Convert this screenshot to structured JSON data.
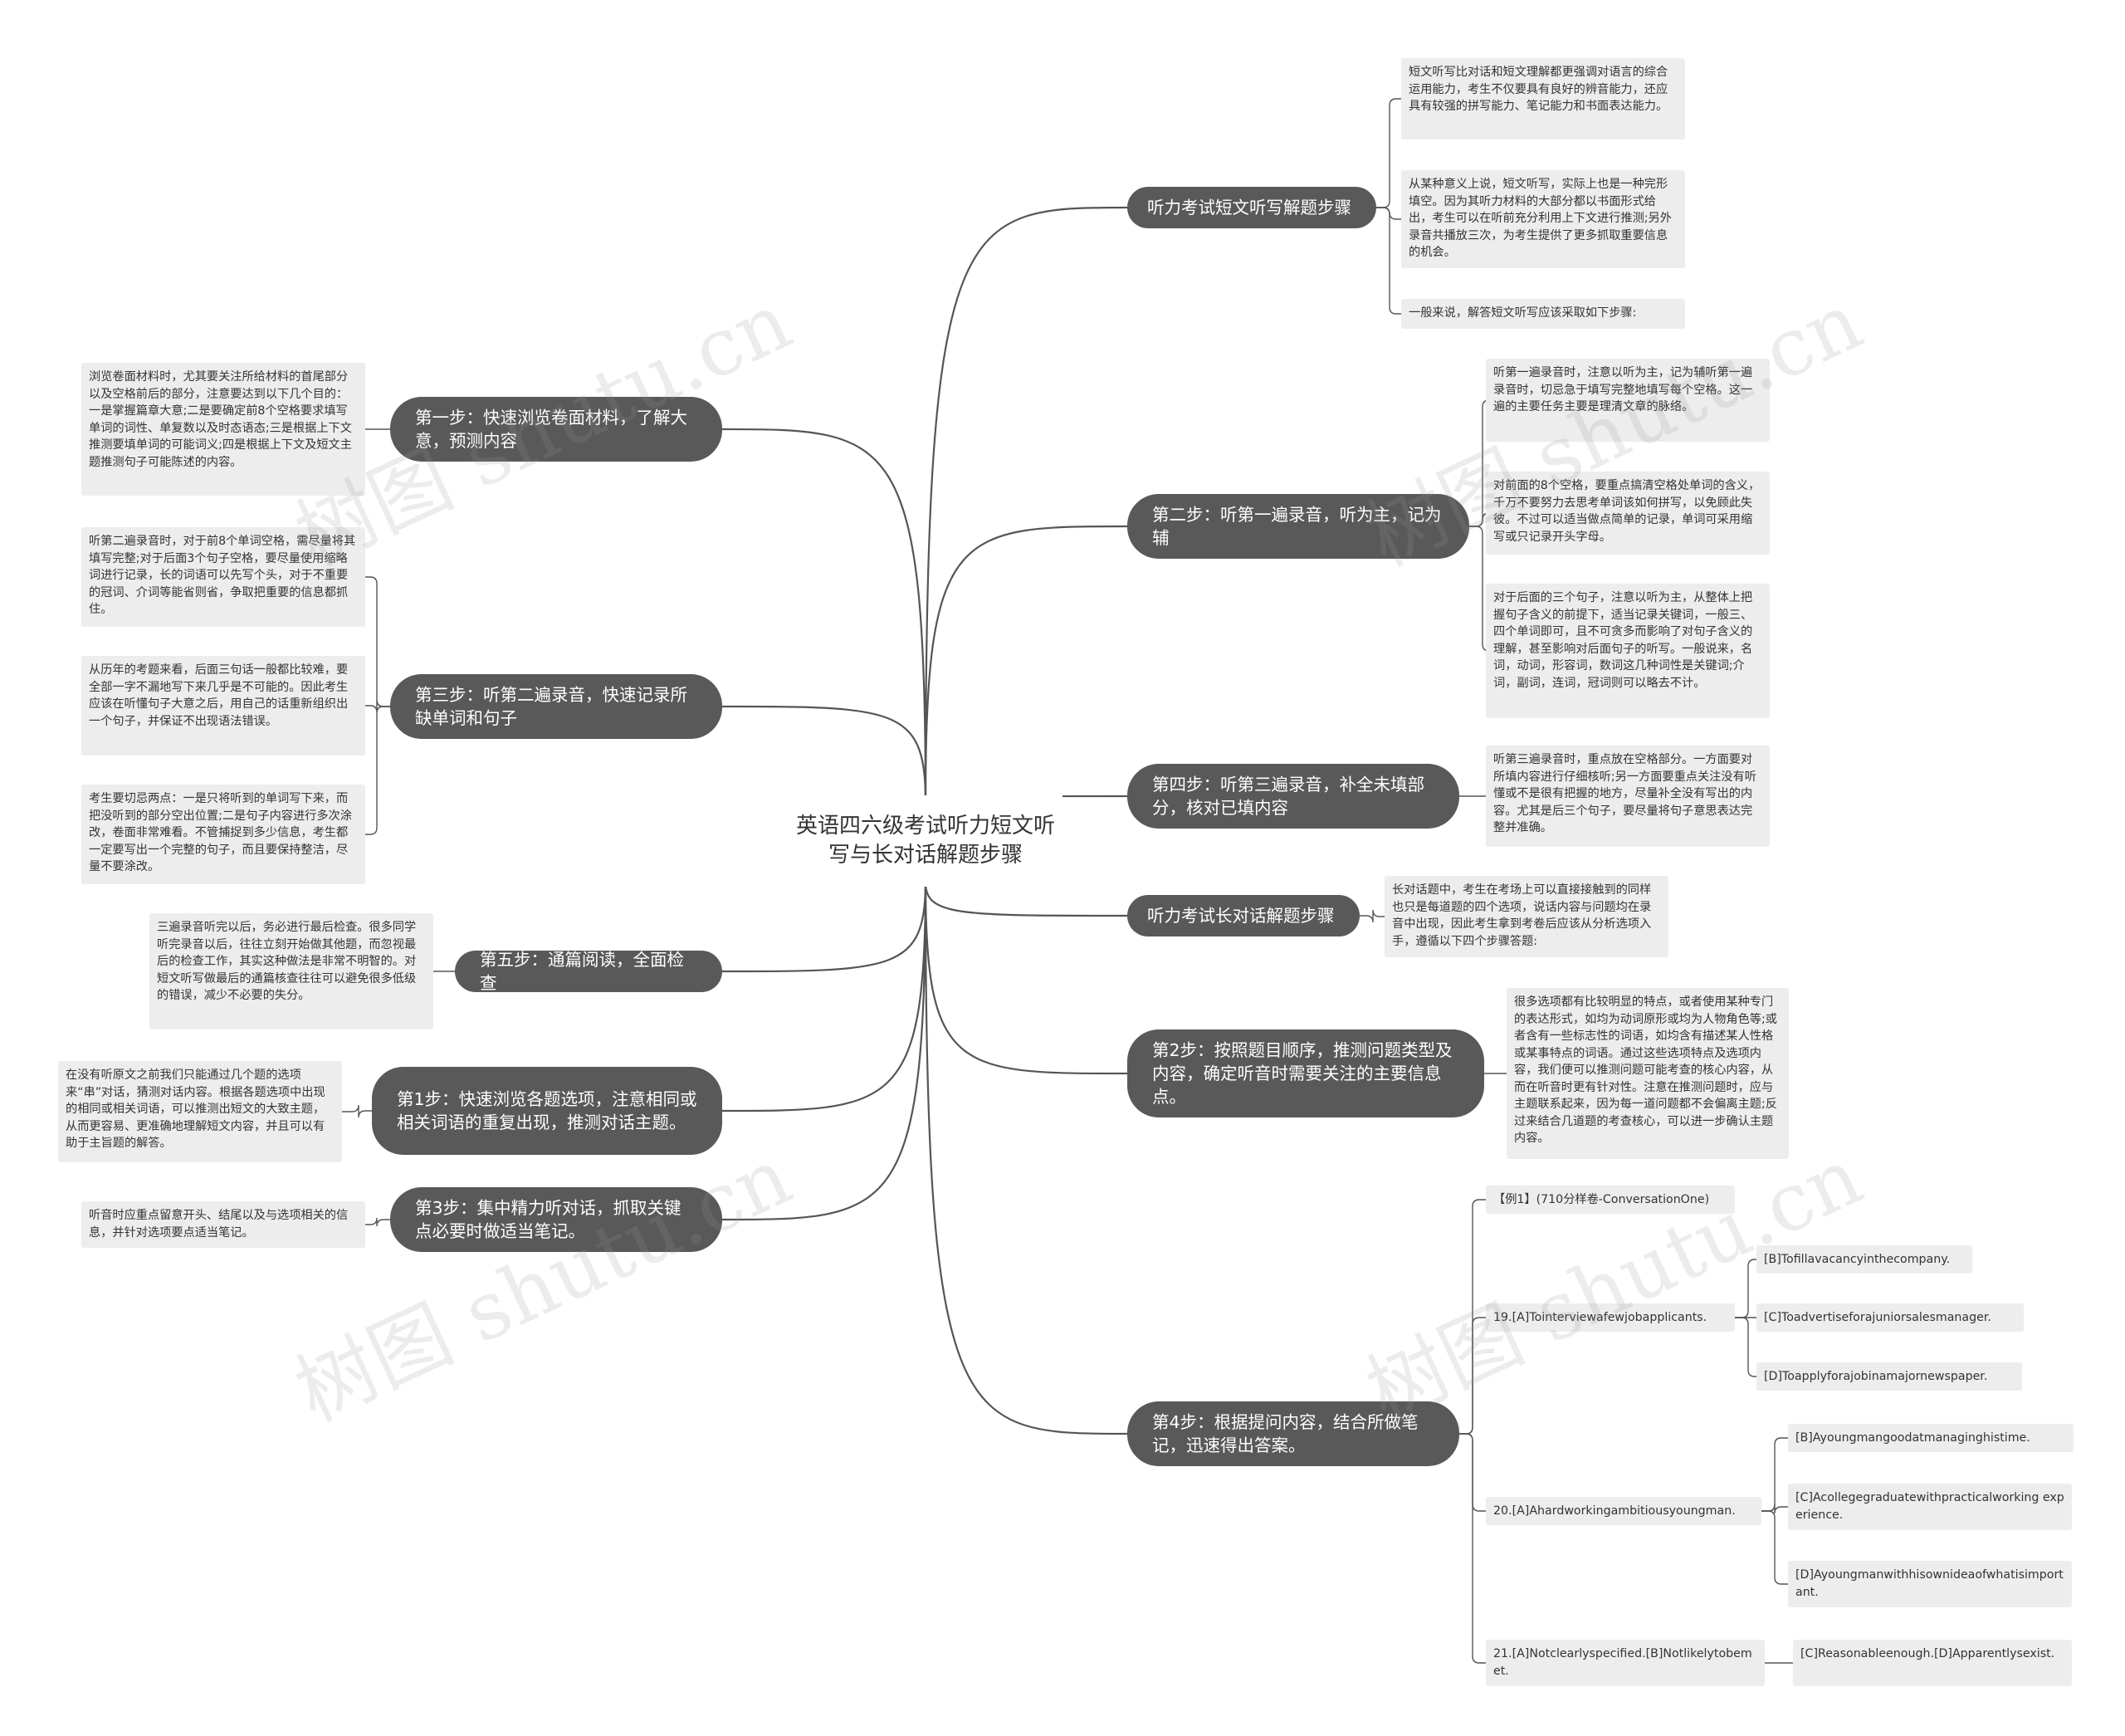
{
  "root": {
    "title": "英语四六级考试听力短文听写与长对话解题步骤"
  },
  "watermark": "树图 shutu.cn",
  "right": {
    "short_passage": {
      "label": "听力考试短文听写解题步骤",
      "notes": [
        "短文听写比对话和短文理解都更强调对语言的综合运用能力，考生不仅要具有良好的辨音能力，还应具有较强的拼写能力、笔记能力和书面表达能力。",
        "从某种意义上说，短文听写，实际上也是一种完形填空。因为其听力材料的大部分都以书面形式给出，考生可以在听前充分利用上下文进行推测;另外录音共播放三次，为考生提供了更多抓取重要信息的机会。",
        "一般来说，解答短文听写应该采取如下步骤:"
      ]
    },
    "step2": {
      "label": "第二步：听第一遍录音，听为主，记为辅",
      "notes": [
        "听第一遍录音时，注意以听为主，记为辅听第一遍录音时，切忌急于填写完整地填写每个空格。这一遍的主要任务主要是理清文章的脉络。",
        "对前面的8个空格，要重点搞清空格处单词的含义，千万不要努力去思考单词该如何拼写，以免顾此失彼。不过可以适当做点简单的记录，单词可采用缩写或只记录开头字母。",
        "对于后面的三个句子，注意以听为主，从整体上把握句子含义的前提下，适当记录关键词，一般三、四个单词即可，且不可贪多而影响了对句子含义的理解，甚至影响对后面句子的听写。一般说来，名词，动词，形容词，数词这几种词性是关键词;介词，副词，连词，冠词则可以略去不计。"
      ]
    },
    "step4": {
      "label": "第四步：听第三遍录音，补全未填部分，核对已填内容",
      "notes": [
        "听第三遍录音时，重点放在空格部分。一方面要对所填内容进行仔细核听;另一方面要重点关注没有听懂或不是很有把握的地方，尽量补全没有写出的内容。尤其是后三个句子，要尽量将句子意思表达完整并准确。"
      ]
    },
    "long_dialog": {
      "label": "听力考试长对话解题步骤",
      "notes": [
        "长对话题中，考生在考场上可以直接接触到的同样也只是每道题的四个选项，说话内容与问题均在录音中出现，因此考生拿到考卷后应该从分析选项入手，遵循以下四个步骤答题:"
      ]
    },
    "d_step2": {
      "label": "第2步：按照题目顺序，推测问题类型及内容，确定听音时需要关注的主要信息点。",
      "notes": [
        "很多选项都有比较明显的特点，或者使用某种专门的表达形式，如均为动词原形或均为人物角色等;或者含有一些标志性的词语，如均含有描述某人性格或某事特点的词语。通过这些选项特点及选项内容，我们便可以推测问题可能考查的核心内容，从而在听音时更有针对性。注意在推测问题时，应与主题联系起来，因为每一道问题都不会偏离主题;反过来结合几道题的考查核心，可以进一步确认主题内容。"
      ]
    },
    "d_step4": {
      "label": "第4步：根据提问内容，结合所做笔记，迅速得出答案。",
      "example": "【例1】(710分样卷-ConversationOne)",
      "q19": {
        "a": "19.[A]Tointerviewafewjobapplicants.",
        "options": [
          "[B]Tofillavacancyinthecompany.",
          "[C]Toadvertiseforajuniorsalesmanager.",
          "[D]Toapplyforajobinamajornewspaper."
        ]
      },
      "q20": {
        "a": "20.[A]Ahardworkingambitiousyoungman.",
        "options": [
          "[B]Ayoungmangoodatmanaginghistime.",
          "[C]Acollegegraduatewithpracticalworking experience.",
          "[D]Ayoungmanwithhisownideaofwhatisimportant."
        ]
      },
      "q21": {
        "a": "21.[A]Notclearlyspecified.[B]Notlikelytobemet.",
        "options": [
          "[C]Reasonableenough.[D]Apparentlysexist."
        ]
      }
    }
  },
  "left": {
    "step1": {
      "label": "第一步：快速浏览卷面材料，了解大意，预测内容",
      "notes": [
        "浏览卷面材料时，尤其要关注所给材料的首尾部分以及空格前后的部分，注意要达到以下几个目的：一是掌握篇章大意;二是要确定前8个空格要求填写单词的词性、单复数以及时态语态;三是根据上下文推测要填单词的可能词义;四是根据上下文及短文主题推测句子可能陈述的内容。"
      ]
    },
    "step3": {
      "label": "第三步：听第二遍录音，快速记录所缺单词和句子",
      "notes": [
        "听第二遍录音时，对于前8个单词空格，需尽量将其填写完整;对于后面3个句子空格，要尽量使用缩略词进行记录，长的词语可以先写个头，对于不重要的冠词、介词等能省则省，争取把重要的信息都抓住。",
        "从历年的考题来看，后面三句话一般都比较难，要全部一字不漏地写下来几乎是不可能的。因此考生应该在听懂句子大意之后，用自己的话重新组织出一个句子，并保证不出现语法错误。",
        "考生要切忌两点：一是只将听到的单词写下来，而把没听到的部分空出位置;二是句子内容进行多次涂改，卷面非常难看。不管捕捉到多少信息，考生都一定要写出一个完整的句子，而且要保持整洁，尽量不要涂改。"
      ]
    },
    "step5": {
      "label": "第五步：通篇阅读，全面检查",
      "notes": [
        "三遍录音听完以后，务必进行最后检查。很多同学听完录音以后，往往立刻开始做其他题，而忽视最后的检查工作，其实这种做法是非常不明智的。对短文听写做最后的通篇核查往往可以避免很多低级的错误，减少不必要的失分。"
      ]
    },
    "d_step1": {
      "label": "第1步：快速浏览各题选项，注意相同或相关词语的重复出现，推测对话主题。",
      "notes": [
        "在没有听原文之前我们只能通过几个题的选项来“串”对话，猜测对话内容。根据各题选项中出现的相同或相关词语，可以推测出短文的大致主题，从而更容易、更准确地理解短文内容，并且可以有助于主旨题的解答。"
      ]
    },
    "d_step3": {
      "label": "第3步：集中精力听对话，抓取关键点必要时做适当笔记。",
      "notes": [
        "听音时应重点留意开头、结尾以及与选项相关的信息，并针对选项要点适当笔记。"
      ]
    }
  }
}
